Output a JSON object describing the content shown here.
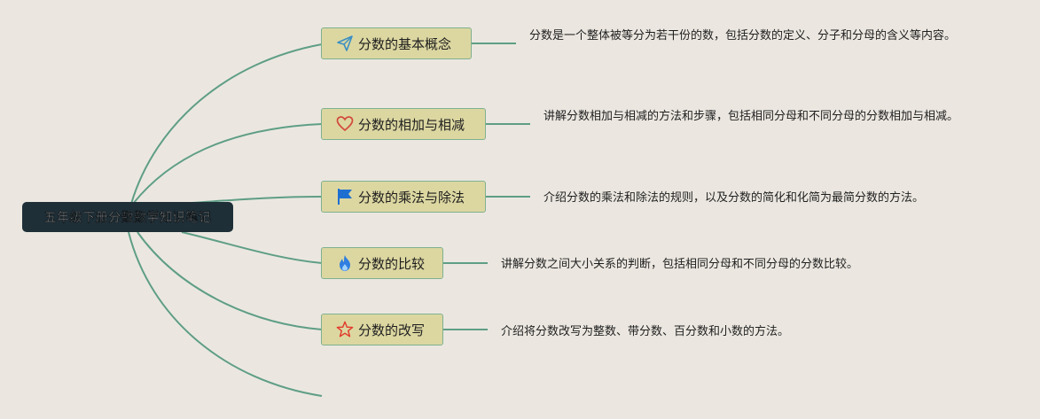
{
  "root": {
    "title": "五年级下册分数数学知识笔记"
  },
  "branches": [
    {
      "label": "分数的基本概念",
      "icon": "paper-plane-icon",
      "description": "分数是一个整体被等分为若干份的数，包括分数的定义、分子和分母的含义等内容。"
    },
    {
      "label": "分数的相加与相减",
      "icon": "heart-icon",
      "description": "讲解分数相加与相减的方法和步骤，包括相同分母和不同分母的分数相加与相减。"
    },
    {
      "label": "分数的乘法与除法",
      "icon": "flag-icon",
      "description": "介绍分数的乘法和除法的规则，以及分数的简化和化简为最简分数的方法。"
    },
    {
      "label": "分数的比较",
      "icon": "flame-icon",
      "description": "讲解分数之间大小关系的判断，包括相同分母和不同分母的分数比较。"
    },
    {
      "label": "分数的改写",
      "icon": "star-icon",
      "description": "介绍将分数改写为整数、带分数、百分数和小数的方法。"
    }
  ],
  "colors": {
    "background": "#ebe7e0",
    "connector": "#5f9e86",
    "node_fill": "#dcd7a1",
    "root_fill": "#1e2f38"
  }
}
